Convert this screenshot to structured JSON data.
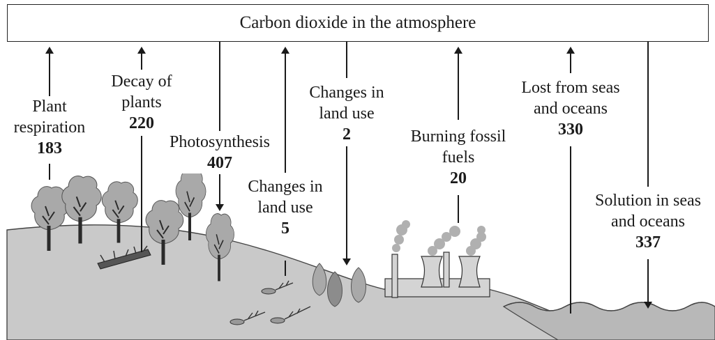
{
  "header": {
    "title": "Carbon dioxide in the atmosphere"
  },
  "flows": [
    {
      "id": "plant-respiration",
      "direction": "up",
      "lines": [
        "Plant",
        "respiration"
      ],
      "value": "183"
    },
    {
      "id": "decay-of-plants",
      "direction": "up",
      "lines": [
        "Decay of",
        "plants"
      ],
      "value": "220"
    },
    {
      "id": "photosynthesis",
      "direction": "down",
      "lines": [
        "Photosynthesis"
      ],
      "value": "407"
    },
    {
      "id": "changes-in-land-use-5",
      "direction": "up",
      "lines": [
        "Changes in",
        "land use"
      ],
      "value": "5"
    },
    {
      "id": "changes-in-land-use-2",
      "direction": "down",
      "lines": [
        "Changes in",
        "land use"
      ],
      "value": "2"
    },
    {
      "id": "burning-fossil-fuels",
      "direction": "up",
      "lines": [
        "Burning fossil",
        "fuels"
      ],
      "value": "20"
    },
    {
      "id": "lost-from-seas",
      "direction": "up",
      "lines": [
        "Lost from seas",
        "and oceans"
      ],
      "value": "330"
    },
    {
      "id": "solution-in-seas",
      "direction": "down",
      "lines": [
        "Solution in seas",
        "and oceans"
      ],
      "value": "337"
    }
  ],
  "colors": {
    "land": "#c9c9c9",
    "sea": "#b8b8b8",
    "tree": "#a9a9a9",
    "tree_dark": "#8c8c8c",
    "factory": "#d4d4d4",
    "smoke": "#b0b0b0",
    "line": "#1a1a1a"
  },
  "icons": [
    "deciduous-tree-icon",
    "fallen-log-icon",
    "tree-stump-icon",
    "conifer-icon",
    "power-station-icon",
    "smoke-icon",
    "wave-icon"
  ]
}
